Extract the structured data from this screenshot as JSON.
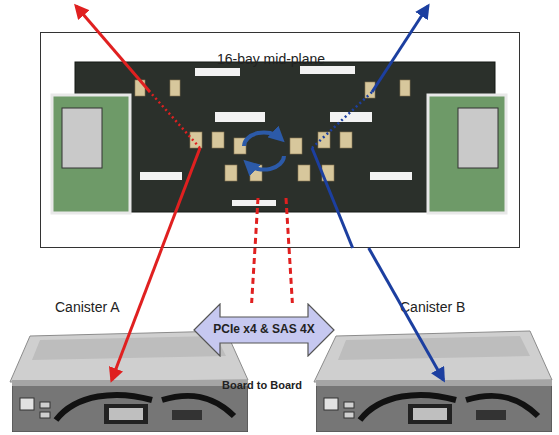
{
  "diagram": {
    "nodes": [
      {
        "text": [
          "16-bay mid-plane"
        ]
      },
      {
        "text": [
          "Canister A"
        ]
      },
      {
        "text": [
          "PCIe x4 & SAS 4X"
        ]
      },
      {
        "text": [
          "Canister B"
        ]
      }
    ],
    "edges": [
      {
        "from": 0,
        "to": 1,
        "arrow": "to"
      },
      {
        "from": 0,
        "to": 2,
        "arrow": "none"
      },
      {
        "from": 0,
        "to": 2,
        "arrow": "none"
      },
      {
        "from": 0,
        "to": 3,
        "arrow": "to"
      }
    ],
    "labels": [
      "Board to Board"
    ]
  }
}
